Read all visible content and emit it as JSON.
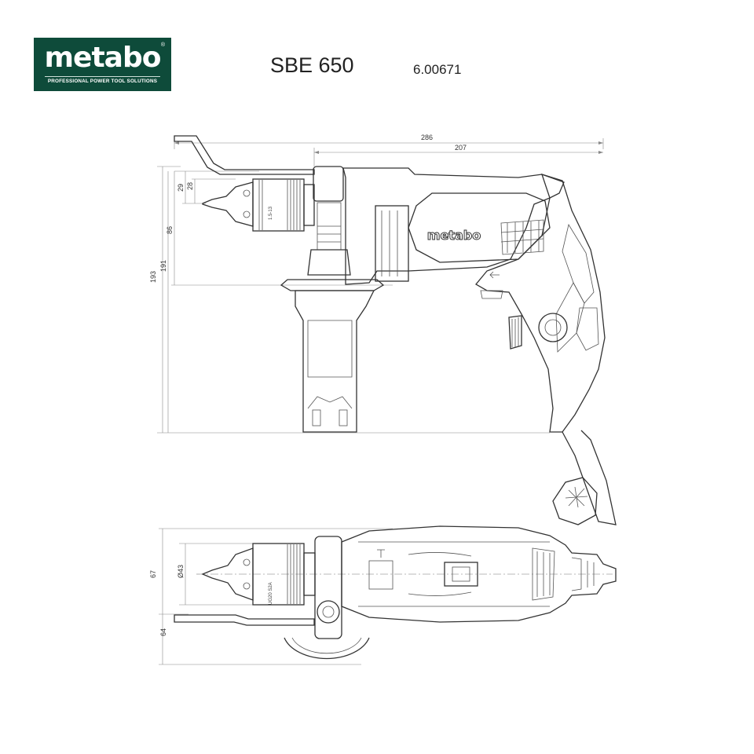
{
  "header": {
    "brand": "metabo",
    "registered": "®",
    "tagline": "PROFESSIONAL POWER TOOL SOLUTIONS",
    "model": "SBE 650",
    "article_number": "6.00671"
  },
  "dimensions": {
    "overall_length": "286",
    "body_length": "207",
    "chuck_offset_a": "29",
    "chuck_offset_b": "28",
    "handle_height": "86",
    "grip_height": "191",
    "total_height": "193",
    "top_width": "67",
    "chuck_diameter": "Ø43",
    "handle_depth": "64"
  },
  "labels": {
    "body_brand": "metabo",
    "chuck_side": "1.5-13",
    "chuck_top": "UG20 S2A"
  },
  "colors": {
    "logo_background": "#0e4b3a",
    "logo_text": "#ffffff",
    "line": "#333333"
  }
}
